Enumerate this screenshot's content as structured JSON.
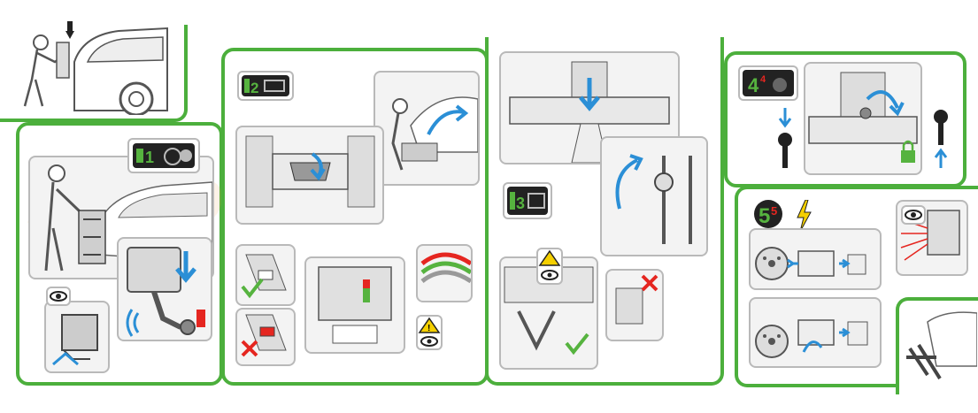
{
  "steps": {
    "step1": {
      "number": "1"
    },
    "step2": {
      "number": "2"
    },
    "step3": {
      "number": "3"
    },
    "step4": {
      "number": "4",
      "superscript": "4"
    },
    "step5": {
      "number": "5",
      "superscript": "5"
    }
  },
  "colors": {
    "panel_border": "#4caf3c",
    "frame_border": "#b9b9b9",
    "check": "#56b33f",
    "cross": "#e52620",
    "arrow": "#2b8fd6",
    "warning": "#f5d000",
    "badge_bg": "#222222"
  },
  "icons": [
    "eye-icon",
    "warning-icon",
    "check-icon",
    "cross-icon",
    "key-icon",
    "lock-icon",
    "lightning-icon",
    "arrow-down-icon",
    "arrow-up-icon",
    "rotate-arrow-icon"
  ]
}
